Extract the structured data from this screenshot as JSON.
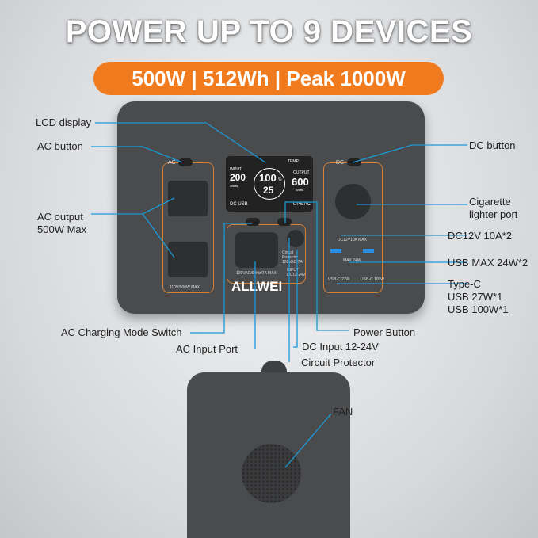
{
  "headline": "POWER UP TO 9 DEVICES",
  "specs": "500W | 512Wh | Peak 1000W",
  "brand": "ALLWEI",
  "accent_color": "#f07a1e",
  "line_color": "#1a9ad6",
  "device": {
    "ac_panel_label": "AC",
    "dc_panel_label": "DC",
    "ac_rating": "110V/500W MAX",
    "lcd": {
      "input_label": "INPUT",
      "input_value": "200",
      "input_unit": "Watts",
      "battery": "100",
      "battery_unit": "%",
      "temp_label": "TEMP",
      "temp": "25",
      "output_label": "OUTPUT",
      "output_value": "600",
      "output_unit": "Watts",
      "dc_usb": "DC USB",
      "ups_ac": "UPS AC"
    },
    "ac_input_rating": "120VAC/60Hz/7A MAX",
    "circuit_protector": "Circuit Protector 120VAC/7A",
    "dc_input": "INPUT DC12-24V",
    "dc_rating": "DC12V10A MAX",
    "usb_max": "MAX 24W",
    "usbc1": "USB-C 27W",
    "usbc2": "USB-C 100W"
  },
  "callouts": {
    "lcd": "LCD display",
    "ac_button": "AC button",
    "ac_output": "AC output\n500W Max",
    "dc_button": "DC button",
    "cig": "Cigarette\nlighter port",
    "dc12": "DC12V 10A*2",
    "usb": "USB MAX 24W*2",
    "typec": "Type-C\nUSB 27W*1\nUSB 100W*1",
    "ac_switch": "AC Charging Mode Switch",
    "ac_input": "AC Input Port",
    "power": "Power Button",
    "dc_input": "DC Input 12-24V",
    "circuit": "Circuit Protector",
    "fan": "FAN"
  }
}
